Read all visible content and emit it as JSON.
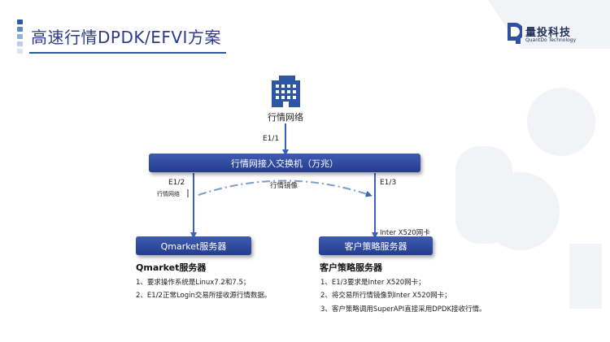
{
  "page": {
    "title": "高速行情DPDK/EFVI方案",
    "accent": "#2d5aa6",
    "box_color": "#2e4a9e",
    "arrow_color": "#3a62b8"
  },
  "logo": {
    "name_cn": "量投科技",
    "name_en": "QuantDo Technology",
    "icon": "quantdo-logo-icon"
  },
  "diagram": {
    "source": {
      "label": "行情网络",
      "icon": "building-icon"
    },
    "link_top": "E1/1",
    "switch_label": "行情网接入交换机（万兆）",
    "port_left": "E1/2",
    "port_right": "E1/3",
    "left_tag": "行情网络",
    "mirror_label": "行情镜像",
    "nic_label": "Inter X520网卡",
    "left_server": "Qmarket服务器",
    "right_server": "客户策略服务器"
  },
  "left_desc": {
    "title": "Qmarket服务器",
    "lines": [
      "1、要求操作系统是Linux7.2和7.5；",
      "2、E1/2正常Login交易所接收源行情数据。"
    ]
  },
  "right_desc": {
    "title": "客户策略服务器",
    "lines": [
      "1、E1/3要求是Inter X520网卡；",
      "2、将交易所行情镜像到Inter X520网卡；",
      "3、客户策略调用SuperAPI直接采用DPDK接收行情。"
    ]
  }
}
